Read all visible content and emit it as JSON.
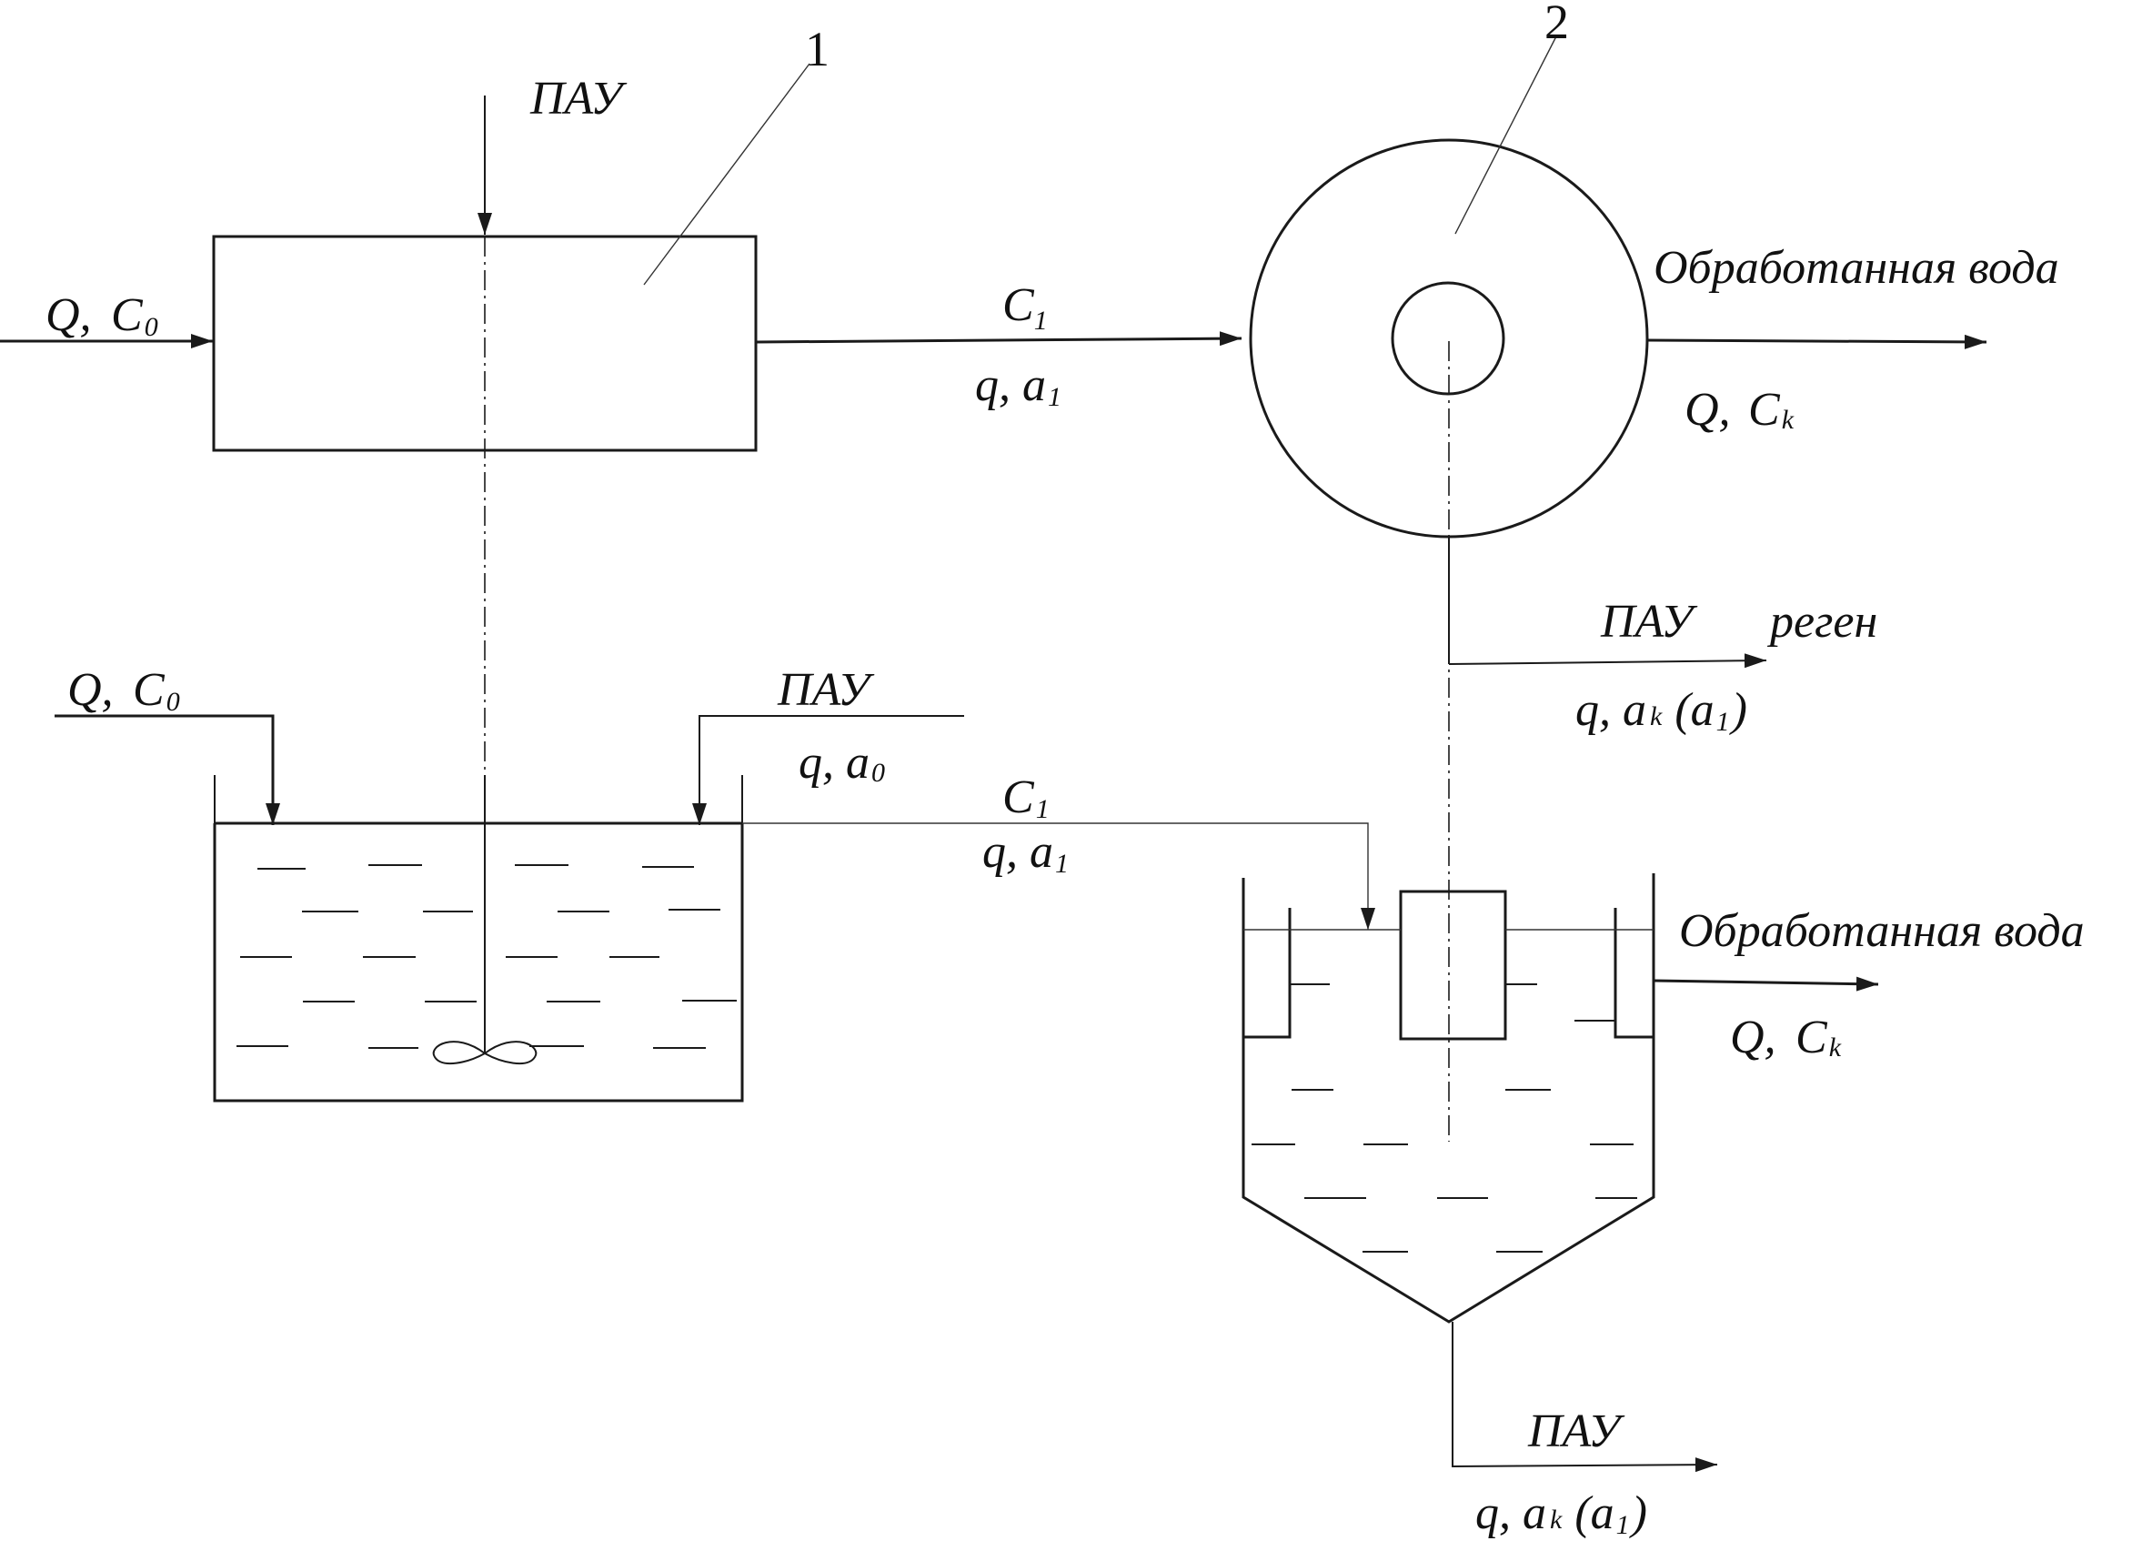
{
  "labels": {
    "pau_top": "ПАУ",
    "num_1": "1",
    "num_2": "2",
    "in1_q": "Q,",
    "in1_c": "C",
    "in1_c_sub": "0",
    "c1_top_main": "C",
    "c1_top_sub": "1",
    "q_a1_top_main": "q, a",
    "q_a1_top_sub": "1",
    "treated_water_1": "Обработанная вода",
    "out1_q": "Q,",
    "out1_c": "C",
    "out1_c_sub": "k",
    "pau_regen_1": "ПАУ",
    "pau_regen_2": "реген",
    "regen_q_main": "q, a",
    "regen_q_sub": "k",
    "regen_paren_main": "(a",
    "regen_paren_sub": "1",
    "regen_paren_close": ")",
    "in2_q": "Q,",
    "in2_c": "C",
    "in2_c_sub": "0",
    "pau_mix": "ПАУ",
    "q_a0_main": "q, a",
    "q_a0_sub": "0",
    "c1_bot_main": "C",
    "c1_bot_sub": "1",
    "q_a1_bot_main": "q, a",
    "q_a1_bot_sub": "1",
    "treated_water_2": "Обработанная вода",
    "out2_q": "Q,",
    "out2_c": "C",
    "out2_c_sub": "k",
    "pau_bottom": "ПАУ",
    "bottom_q_main": "q, a",
    "bottom_q_sub": "k",
    "bottom_paren_main": "(a",
    "bottom_paren_sub": "1",
    "bottom_paren_close": ")"
  }
}
